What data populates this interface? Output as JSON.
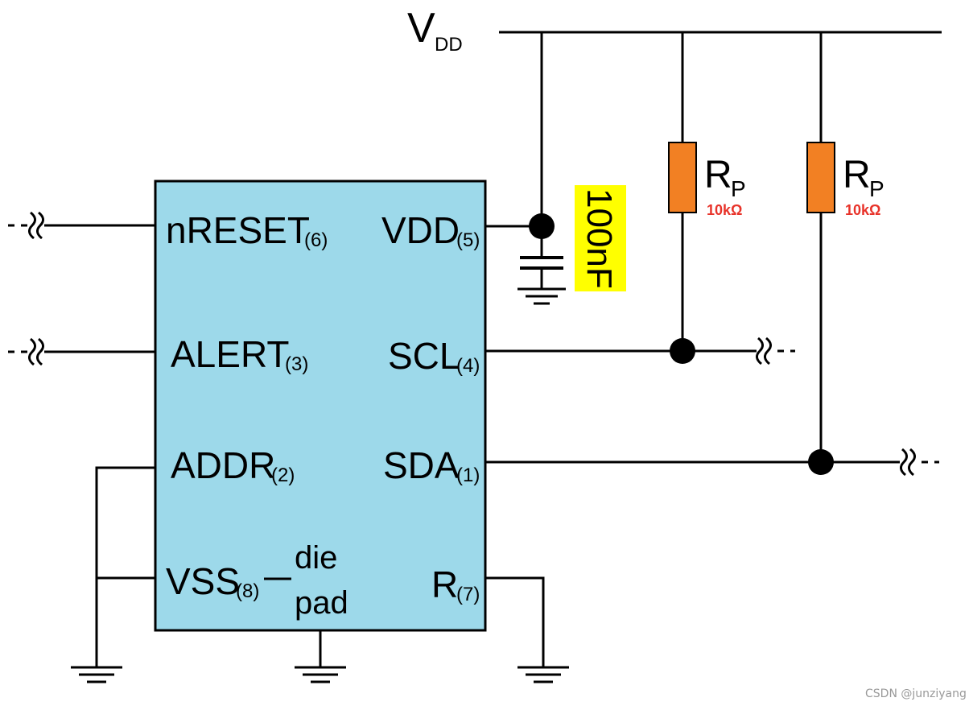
{
  "supply": {
    "main": "V",
    "sub": "DD"
  },
  "chip": {
    "fill": "#9DD9EA",
    "pins_left": [
      {
        "name": "nRESET",
        "num": "(6)"
      },
      {
        "name": "ALERT",
        "num": "(3)"
      },
      {
        "name": "ADDR",
        "num": "(2)"
      },
      {
        "name": "VSS",
        "num": "(8)"
      }
    ],
    "die_pad": [
      "die",
      "pad"
    ],
    "pins_right": [
      {
        "name": "VDD",
        "num": "(5)"
      },
      {
        "name": "SCL",
        "num": "(4)"
      },
      {
        "name": "SDA",
        "num": "(1)"
      },
      {
        "name": "R",
        "num": "(7)"
      }
    ]
  },
  "capacitor": {
    "label": "100nF",
    "highlight": "#FFFF00"
  },
  "resistors": [
    {
      "main": "R",
      "sub": "P",
      "value": "10kΩ"
    },
    {
      "main": "R",
      "sub": "P",
      "value": "10kΩ"
    }
  ],
  "colors": {
    "resistor": "#F28023",
    "value_text": "#E8332A"
  },
  "watermark": "CSDN @junziyang"
}
